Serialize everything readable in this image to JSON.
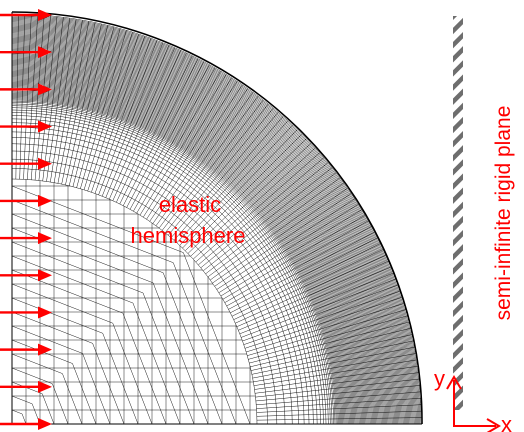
{
  "labels": {
    "body_line1": "elastic",
    "body_line2": "hemisphere",
    "plane": "semi-infinite rigid plane",
    "axis_y": "y",
    "axis_x": "x"
  },
  "colors": {
    "annotation": "#ff0000",
    "mesh": "#000000",
    "hatch": "#6e6e6e",
    "background": "#ffffff"
  },
  "load_arrows": {
    "count": 12,
    "direction": "right"
  }
}
